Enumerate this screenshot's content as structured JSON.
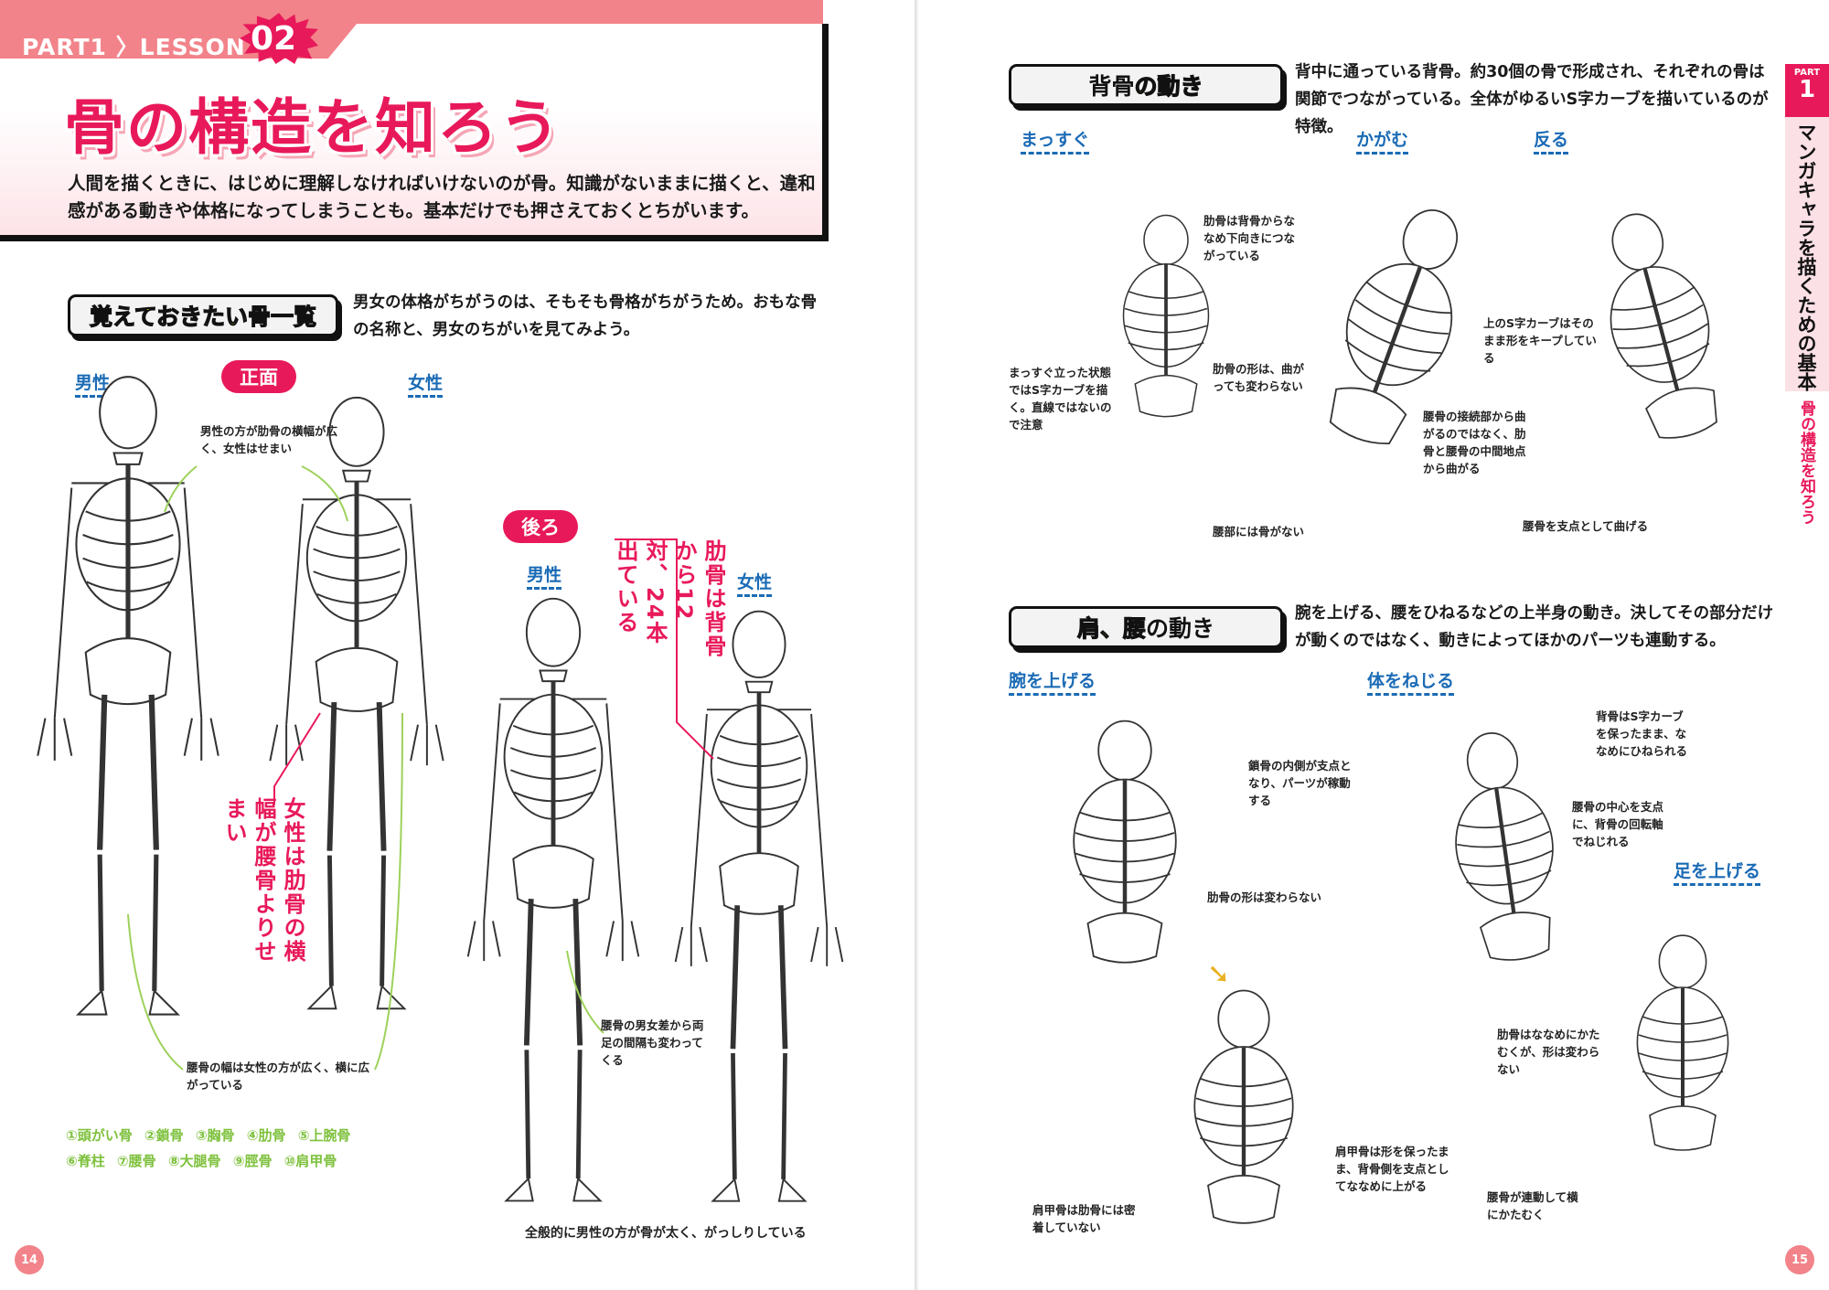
{
  "left_page": {
    "breadcrumb": "PART1 〉LESSON",
    "lesson_number": "02",
    "title": "骨の構造を知ろう",
    "lead": "人間を描くときに、はじめに理解しなければいけないのが骨。知識がないままに描くと、違和感がある動きや体格になってしまうことも。基本だけでも押さえておくとちがいます。",
    "section": {
      "label_main": "覚えておきたい骨一覧",
      "text": "男女の体格がちがうのは、そもそも骨格がちがうため。おもな骨の名称と、男女のちがいを見てみよう。"
    },
    "front_label": "正面",
    "back_label": "後ろ",
    "male": "男性",
    "female": "女性",
    "notes": {
      "ribs_width": "男性の方が肋骨の横幅が広く、女性はせまい",
      "pelvis_width": "腰骨の幅は女性の方が広く、横に広がっている",
      "leg_gap": "腰骨の男女差から両足の間隔も変わってくる",
      "overall": "全般的に男性の方が骨が太く、がっしりしている"
    },
    "callout_ribs": [
      "肋骨は背骨から12対、",
      "24本出ている"
    ],
    "callout_female": [
      "女性は肋骨の横幅が",
      "腰骨よりせまい"
    ],
    "bones_row1": "①頭がい骨 ②鎖骨 ③胸骨 ④肋骨 ⑤上腕骨",
    "bones_row2": "⑥脊柱 ⑦腰骨 ⑧大腿骨 ⑨脛骨 ⑩肩甲骨",
    "page_number": "14"
  },
  "right_page": {
    "side_tab": {
      "part": "PART",
      "number": "1",
      "chapter": "マンガキャラを描くための基本",
      "lesson": "骨の構造を知ろう"
    },
    "spine_section": {
      "label_a": "背骨",
      "label_b": "の動き",
      "text": "背中に通っている背骨。約30個の骨で形成され、それぞれの骨は関節でつながっている。全体がゆるいS字カーブを描いているのが特徴。",
      "poses": [
        "まっすぐ",
        "かがむ",
        "反る"
      ],
      "notes": {
        "rib_angle": "肋骨は背骨からななめ下向きにつながっている",
        "s_curve": "まっすぐ立った状態ではS字カーブを描く。直線ではないので注意",
        "rib_shape": "肋骨の形は、曲がっても変わらない",
        "waist": "腰部には骨がない",
        "upper_curve": "上のS字カーブはそのまま形をキープしている",
        "bend_point": "腰骨の接続部から曲がるのではなく、肋骨と腰骨の中間地点から曲がる",
        "pivot": "腰骨を支点として曲げる"
      }
    },
    "shoulder_section": {
      "label_a": "肩、腰",
      "label_b": "の動き",
      "text": "腕を上げる、腰をひねるなどの上半身の動き。決してその部分だけが動くのではなく、動きによってほかのパーツも連動する。",
      "poses": [
        "腕を上げる",
        "体をねじる",
        "足を上げる"
      ],
      "notes": {
        "clavicle": "鎖骨の内側が支点となり、パーツが稼動する",
        "ribs_same": "肋骨の形は変わらない",
        "spine_twist": "背骨はS字カーブを保ったまま、ななめにひねられる",
        "pelvis_axis": "腰骨の中心を支点に、背骨の回転軸でねじれる",
        "ribs_tilt": "肋骨はななめにかたむくが、形は変わらない",
        "scapula_rise": "肩甲骨は形を保ったまま、背骨側を支点としてななめに上がる",
        "scapula_free": "肩甲骨は肋骨には密着していない",
        "pelvis_tilt": "腰骨が連動して横にかたむく"
      }
    },
    "page_number": "15"
  },
  "colors": {
    "accent": "#e8195a",
    "pink": "#f2838a",
    "blue": "#1b6bb5",
    "green": "#7ec13d"
  }
}
